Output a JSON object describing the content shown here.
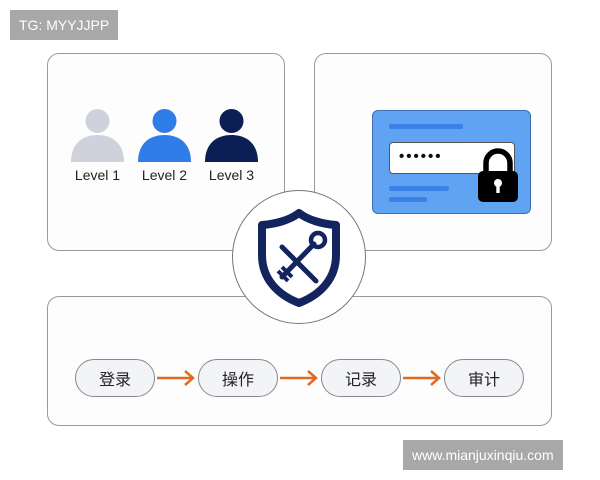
{
  "watermarks": {
    "top": "TG: MYYJJPP",
    "bottom": "www.mianjuxinqiu.com"
  },
  "levels_panel": {
    "levels": [
      {
        "label": "Level 1",
        "color": "#cfd1dc"
      },
      {
        "label": "Level 2",
        "color": "#2f7de8"
      },
      {
        "label": "Level 3",
        "color": "#0b1f55"
      }
    ]
  },
  "password_panel": {
    "masked_value": "••••••",
    "card_color": "#5fa3f2",
    "icon": "lock-icon"
  },
  "center": {
    "icon": "shield-key-icon",
    "color": "#13245e"
  },
  "flow_panel": {
    "steps": [
      {
        "label": "登录"
      },
      {
        "label": "操作"
      },
      {
        "label": "记录"
      },
      {
        "label": "审计"
      }
    ],
    "arrow_color": "#e06a1f"
  }
}
